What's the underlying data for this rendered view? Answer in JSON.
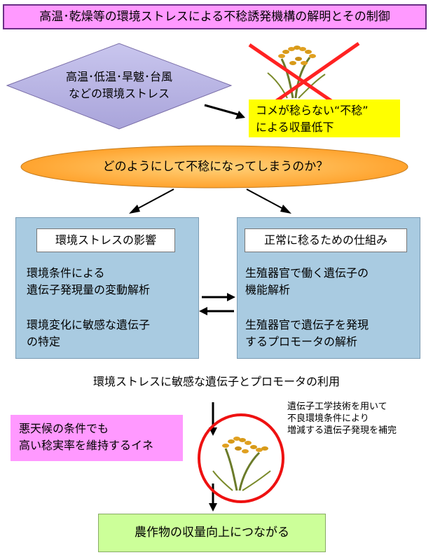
{
  "title": "高温･乾燥等の環境ストレスによる不稔誘発機構の解明とその制御",
  "stress": {
    "line1": "高温･低温･旱魃･台風",
    "line2": "などの環境ストレス"
  },
  "sterility": {
    "line1": "コメが稔らない“不稔”",
    "line2": "による収量低下"
  },
  "question": "どのようにして不稔になってしまうのか？",
  "left_panel": {
    "title": "環境ストレスの影響",
    "p1_line1": "環境条件による",
    "p1_line2": "遺伝子発現量の変動解析",
    "p2_line1": "環境変化に敏感な遺伝子",
    "p2_line2": "の特定"
  },
  "right_panel": {
    "title": "正常に稔るための仕組み",
    "p1_line1": "生殖器官で働く遺伝子の",
    "p1_line2": "機能解析",
    "p2_line1": "生殖器官で遺伝子を発現",
    "p2_line2": "するプロモータの解析"
  },
  "utilization": "環境ストレスに敏感な遺伝子とプロモータの利用",
  "rice_goal": {
    "line1": "悪天候の条件でも",
    "line2": "高い稔実率を維持するイネ"
  },
  "gene_note": {
    "line1": "遺伝子工学技術を用いて",
    "line2": "不良環境条件により",
    "line3": "増減する遺伝子発現を補完"
  },
  "outcome": "農作物の収量向上につながる",
  "colors": {
    "title_bg": "#ff99ff",
    "diamond": "#b6b2e2",
    "sterility_bg": "#ffff00",
    "question_ellipse": "#ffaa33",
    "panels": "#a9cbe1",
    "cross": "#ff2222",
    "circle": "#ee1111",
    "outcome_bg": "#ccff99"
  },
  "icons": {
    "crossed_rice": "rice-plant-crossed-icon",
    "circled_rice": "rice-plant-circled-icon"
  }
}
